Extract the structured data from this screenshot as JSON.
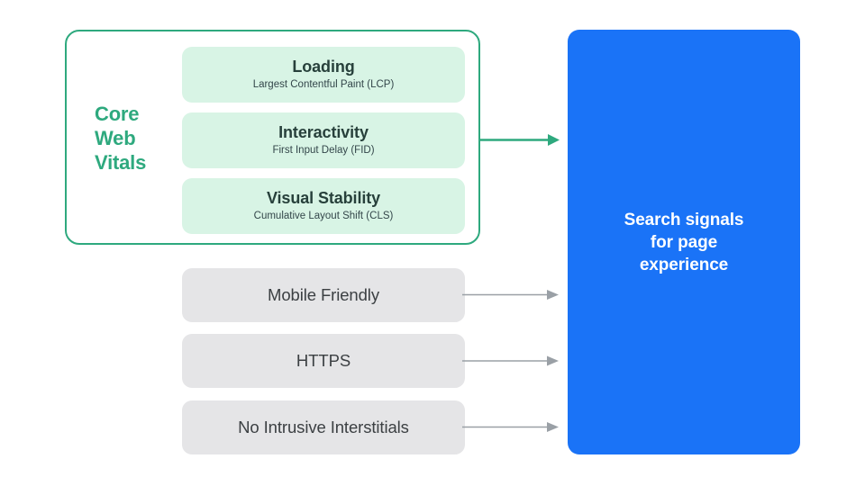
{
  "diagram": {
    "title": "Search signals for page experience",
    "colors": {
      "green_accent": "#2EA97E",
      "green_card_bg": "#D8F4E5",
      "gray_box_bg": "#E5E5E7",
      "blue_panel_bg": "#1A73F7",
      "gray_arrow": "#9AA0A6",
      "text_dark": "#3C4043",
      "text_green_dark": "#27403B",
      "text_white": "#FFFFFF"
    }
  },
  "core_web_vitals": {
    "group_label": "Core Web Vitals",
    "group_label_lines": [
      "Core",
      "Web",
      "Vitals"
    ],
    "cards": [
      {
        "title": "Loading",
        "subtitle": "Largest Contentful Paint (LCP)"
      },
      {
        "title": "Interactivity",
        "subtitle": "First Input Delay (FID)"
      },
      {
        "title": "Visual Stability",
        "subtitle": "Cumulative Layout Shift (CLS)"
      }
    ]
  },
  "other_signals": [
    {
      "label": "Mobile Friendly"
    },
    {
      "label": "HTTPS"
    },
    {
      "label": "No Intrusive Interstitials"
    }
  ],
  "output_panel": {
    "lines": [
      "Search signals",
      "for page",
      "experience"
    ],
    "text": "Search signals for page experience"
  },
  "arrows": [
    {
      "name": "core-web-vitals-arrow",
      "color": "#2EA97E",
      "from": "core-web-vitals-group",
      "to": "output-panel"
    },
    {
      "name": "mobile-friendly-arrow",
      "color": "#9AA0A6",
      "from": "mobile-friendly-box",
      "to": "output-panel"
    },
    {
      "name": "https-arrow",
      "color": "#9AA0A6",
      "from": "https-box",
      "to": "output-panel"
    },
    {
      "name": "no-intrusive-interstitials-arrow",
      "color": "#9AA0A6",
      "from": "no-intrusive-interstitials-box",
      "to": "output-panel"
    }
  ]
}
